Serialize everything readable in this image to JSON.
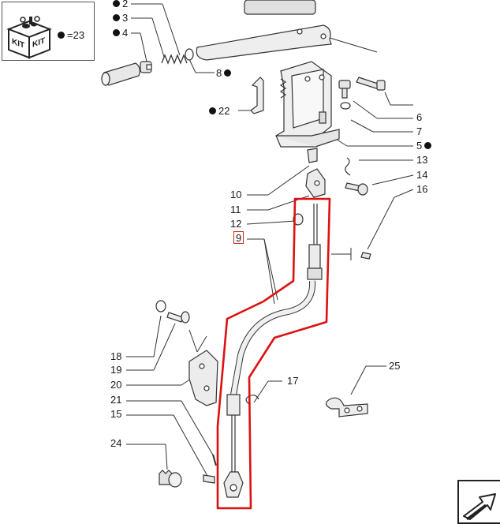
{
  "kit": {
    "icon_label_front": "KIT",
    "icon_label_side": "KIT",
    "equals_text": "=23"
  },
  "callouts": [
    {
      "id": "2",
      "text": "2",
      "dot": "left"
    },
    {
      "id": "3",
      "text": "3",
      "dot": "left"
    },
    {
      "id": "4",
      "text": "4",
      "dot": "left"
    },
    {
      "id": "8",
      "text": "8",
      "dot": "right"
    },
    {
      "id": "22",
      "text": "22",
      "dot": "left"
    },
    {
      "id": "6",
      "text": "6",
      "dot": "none"
    },
    {
      "id": "7",
      "text": "7",
      "dot": "none"
    },
    {
      "id": "5",
      "text": "5",
      "dot": "right"
    },
    {
      "id": "13",
      "text": "13",
      "dot": "none"
    },
    {
      "id": "14",
      "text": "14",
      "dot": "none"
    },
    {
      "id": "16",
      "text": "16",
      "dot": "none"
    },
    {
      "id": "10",
      "text": "10",
      "dot": "none"
    },
    {
      "id": "11",
      "text": "11",
      "dot": "none"
    },
    {
      "id": "12",
      "text": "12",
      "dot": "none"
    },
    {
      "id": "9",
      "text": "9",
      "dot": "none"
    },
    {
      "id": "18",
      "text": "18",
      "dot": "none"
    },
    {
      "id": "19",
      "text": "19",
      "dot": "none"
    },
    {
      "id": "20",
      "text": "20",
      "dot": "none"
    },
    {
      "id": "21",
      "text": "21",
      "dot": "none"
    },
    {
      "id": "15",
      "text": "15",
      "dot": "none"
    },
    {
      "id": "17",
      "text": "17",
      "dot": "none"
    },
    {
      "id": "25",
      "text": "25",
      "dot": "none"
    },
    {
      "id": "24",
      "text": "24",
      "dot": "none"
    }
  ],
  "highlight": {
    "color": "#dd1111",
    "target_part": "9"
  },
  "icons": {
    "kit": "kit-box-icon",
    "nav": "next-page-arrow-icon"
  },
  "colors": {
    "line": "#333333",
    "part_stroke": "#3a3a3a",
    "part_fill": "#e6e6e6",
    "highlight": "#dd1111"
  }
}
